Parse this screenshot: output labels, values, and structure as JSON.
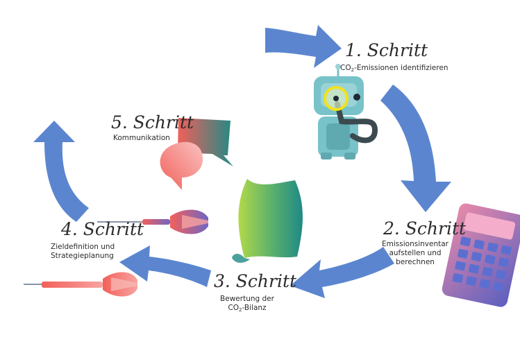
{
  "steps": [
    {
      "title": "1. Schritt",
      "desc_pre": "CO",
      "desc_sub": "2",
      "desc_post": "-Emissionen identifizieren"
    },
    {
      "title": "2. Schritt",
      "desc_lines": [
        "Emissionsinventar",
        "aufstellen und",
        "berechnen"
      ]
    },
    {
      "title": "3. Schritt",
      "desc_line1": "Bewertung der",
      "desc_pre": "CO",
      "desc_sub": "2",
      "desc_post": "-Bilanz"
    },
    {
      "title": "4. Schritt",
      "desc_lines": [
        "Zieldefinition und",
        "Strategieplanung"
      ]
    },
    {
      "title": "5. Schritt",
      "desc_lines": [
        "Kommunikation"
      ]
    }
  ],
  "icons": [
    "robot-magnifier-icon",
    "calculator-icon",
    "document-icon",
    "dart-icon",
    "speech-bubble-icon"
  ],
  "colors": {
    "arrow": "#5b86cf",
    "robot_body": "#78c3c9",
    "lens_ring": "#f2e21c",
    "calculator_pink": "#e87fa6",
    "calculator_purple": "#5a5fc0",
    "document_green": "#a6d24f",
    "document_teal": "#1f8a86",
    "dart_red": "#f2605a",
    "bubble_red": "#f2605a",
    "bubble_teal": "#1f8a86"
  }
}
